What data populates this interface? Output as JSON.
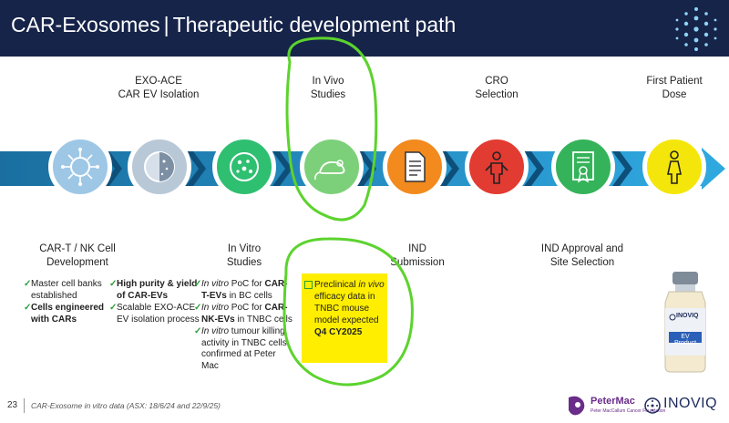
{
  "header": {
    "title": "CAR-Exosomes",
    "separator": "|",
    "subtitle": "Therapeutic development path"
  },
  "colors": {
    "header_bg": "#16244a",
    "arrow": "#2a9fd6",
    "arrow_dark": "#1a6fa0",
    "highlight": "#ffee00",
    "circle_green_marker": "#5cd32e",
    "tick": "#2e9d3a"
  },
  "stages_top": [
    {
      "line1": "EXO-ACE",
      "line2": "CAR EV Isolation"
    },
    {
      "line1": "In Vivo",
      "line2": "Studies"
    },
    {
      "line1": "CRO",
      "line2": "Selection"
    },
    {
      "line1": "First Patient",
      "line2": "Dose"
    }
  ],
  "stages_bottom": [
    {
      "line1": "CAR-T / NK Cell",
      "line2": "Development"
    },
    {
      "line1": "In Vitro",
      "line2": "Studies"
    },
    {
      "line1": "IND",
      "line2": "Submission"
    },
    {
      "line1": "IND Approval and",
      "line2": "Site Selection"
    }
  ],
  "icons": [
    "virus-cell-icon",
    "petri-dish-icon",
    "microscope-cells-icon",
    "mouse-icon",
    "document-icon",
    "person-presenter-icon",
    "certificate-icon",
    "person-icon"
  ],
  "bullets_1": {
    "i1": "Master cell banks established",
    "i2": "Cells engineered with CARs"
  },
  "bullets_2": {
    "i1": "High purity & yield of CAR-EVs",
    "i2a": "Scalable EXO-ACE",
    "i2b": "EV isolation process"
  },
  "bullets_3": {
    "i1a": "In vitro",
    "i1b": " PoC for ",
    "i1c": "CAR-T-EVs",
    "i1d": " in BC cells",
    "i2a": "In vitro",
    "i2b": " PoC for ",
    "i2c": "CAR-NK-EVs",
    "i2d": " in TNBC cells",
    "i3a": "In vitro",
    "i3b": " tumour killing activity in TNBC cells confirmed at Peter Mac"
  },
  "highlight": {
    "a": "Preclinical ",
    "b": "in vivo",
    "c": " efficacy data in TNBC mouse model expected ",
    "d": "Q4 CY2025"
  },
  "vial": {
    "brand": "INOVIQ",
    "label": "EV Product"
  },
  "footer": {
    "page": "23",
    "note": "CAR-Exosome in vitro data (ASX: 18/6/24 and 22/9/25)",
    "logo1": "PeterMac",
    "logo1_sub": "Peter MacCallum Cancer Foundation",
    "logo2": "INOVIQ"
  }
}
